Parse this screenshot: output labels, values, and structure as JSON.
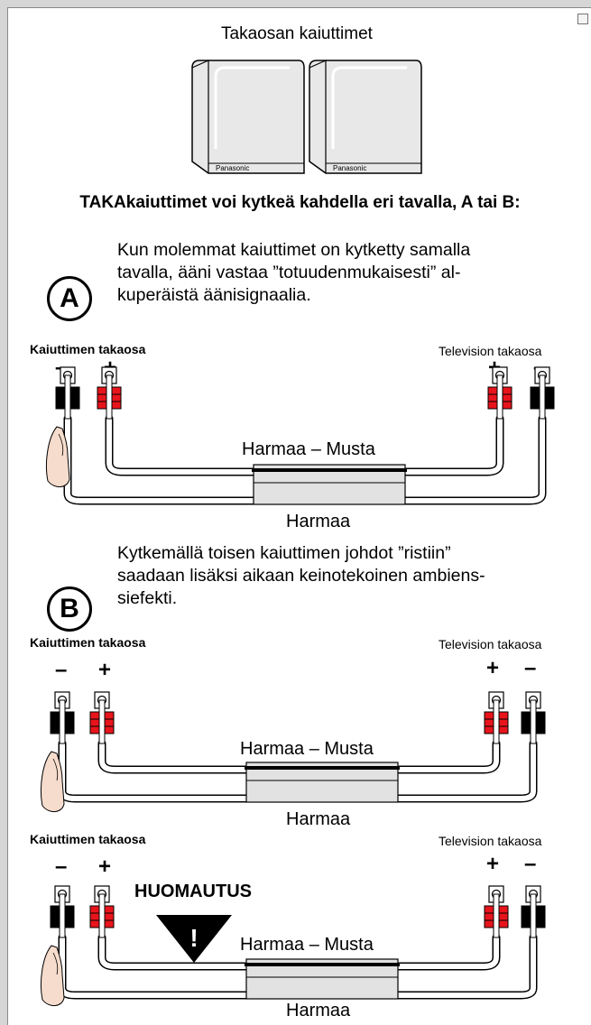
{
  "speakers_title": "Takaosan kaiuttimet",
  "brand": "Panasonic",
  "heading": "TAKAkaiuttimet voi kytkeä kahdella eri tavalla, A tai B:",
  "option_a": {
    "marker": "A",
    "text": [
      "Kun molemmat kaiuttimet on kytketty samalla",
      "tavalla, ääni vastaa ”totuudenmukaisesti” al-",
      "kuperäistä äänisignaalia."
    ]
  },
  "option_b": {
    "marker": "B",
    "text": [
      "Kytkemällä toisen kaiuttimen johdot ”ristiin”",
      "saadaan lisäksi aikaan keinotekoinen ambiens-",
      "siefekti."
    ]
  },
  "labels": {
    "speaker_back": "Kaiuttimen takaosa",
    "tv_back": "Television takaosa",
    "minus": "–",
    "plus": "+",
    "cable_top": "Harmaa – Musta",
    "cable_bottom": "Harmaa"
  },
  "notice": {
    "label": "HUOMAUTUS",
    "symbol": "!"
  },
  "colors": {
    "terminal_red": "#e8141b",
    "terminal_black": "#000000",
    "cable_fill": "#e2e2e2",
    "speaker_body": "#e6e6e6"
  }
}
